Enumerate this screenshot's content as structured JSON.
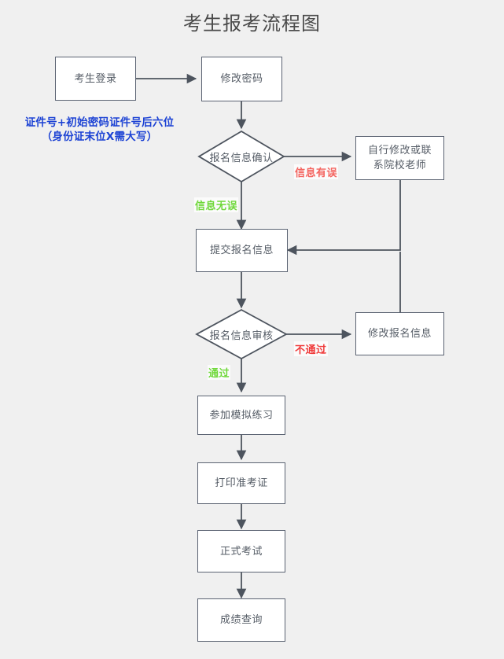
{
  "title": "考生报考流程图",
  "note": {
    "line1": "证件号+初始密码证件号后六位",
    "line2": "（身份证末位X需大写）"
  },
  "nodes": {
    "login": "考生登录",
    "change_password": "修改密码",
    "confirm_info": "报名信息确认",
    "self_modify": {
      "line1": "自行修改或联",
      "line2": "系院校老师"
    },
    "submit_info": "提交报名信息",
    "review_info": "报名信息审核",
    "modify_info": "修改报名信息",
    "mock_practice": "参加模拟练习",
    "print_admission": "打印准考证",
    "formal_exam": "正式考试",
    "score_query": "成绩查询"
  },
  "edge_labels": {
    "info_correct": "信息无误",
    "info_error": "信息有误",
    "pass": "通过",
    "not_pass": "不通过"
  },
  "colors": {
    "background": "#f0f0f0",
    "node_border": "#5b6372",
    "node_fill": "#ffffff",
    "text": "#555c66",
    "title": "#4a4a4a",
    "note_blue": "#1c42d4",
    "green": "#6fd83a",
    "red": "#f4645f",
    "edge": "#555c66"
  }
}
